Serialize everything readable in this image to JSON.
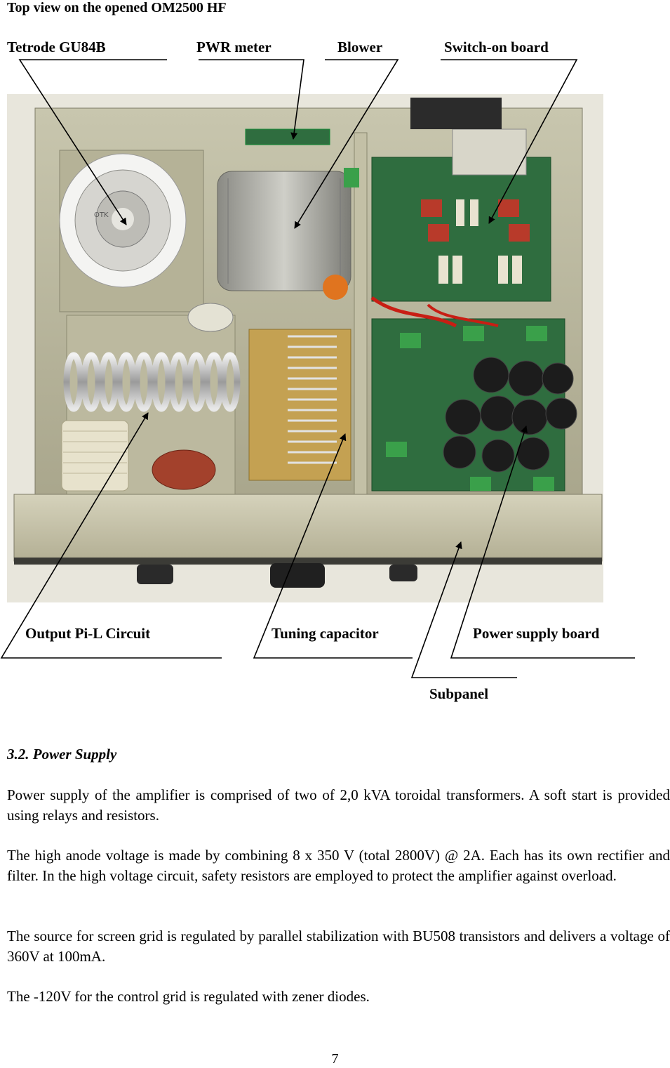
{
  "page_title": "Top view on the opened OM2500 HF",
  "top_labels": {
    "tetrode": "Tetrode GU84B",
    "pwr_meter": "PWR meter",
    "blower": "Blower",
    "switch_on": "Switch-on board"
  },
  "bottom_labels": {
    "output_pil": "Output Pi-L Circuit",
    "tuning_cap": "Tuning capacitor",
    "power_supply_board": "Power supply board",
    "subpanel": "Subpanel"
  },
  "photo_marks": {
    "tube_text": "OTK"
  },
  "section": {
    "heading": "3.2. Power Supply",
    "paragraphs": [
      "Power supply of the amplifier is comprised of two of 2,0 kVA toroidal transformers. A soft start is provided using relays and resistors.",
      "The high anode voltage is made by combining 8 x 350 V (total 2800V) @ 2A. Each has its own rectifier and filter. In the high voltage circuit, safety resistors are employed to protect the amplifier against overload.",
      "The source for screen grid  is regulated by  parallel stabilization with BU508 transistors and delivers a voltage of  360V at 100mA.",
      "The -120V for the control grid is regulated with zener diodes."
    ]
  },
  "page_number": "7",
  "colors": {
    "chassis": "#b8b59a",
    "pcb": "#2f6d3f",
    "capacitor": "#1c1c1c",
    "copper_coil": "#c9c9c9",
    "relay_green": "#3aa04a"
  }
}
